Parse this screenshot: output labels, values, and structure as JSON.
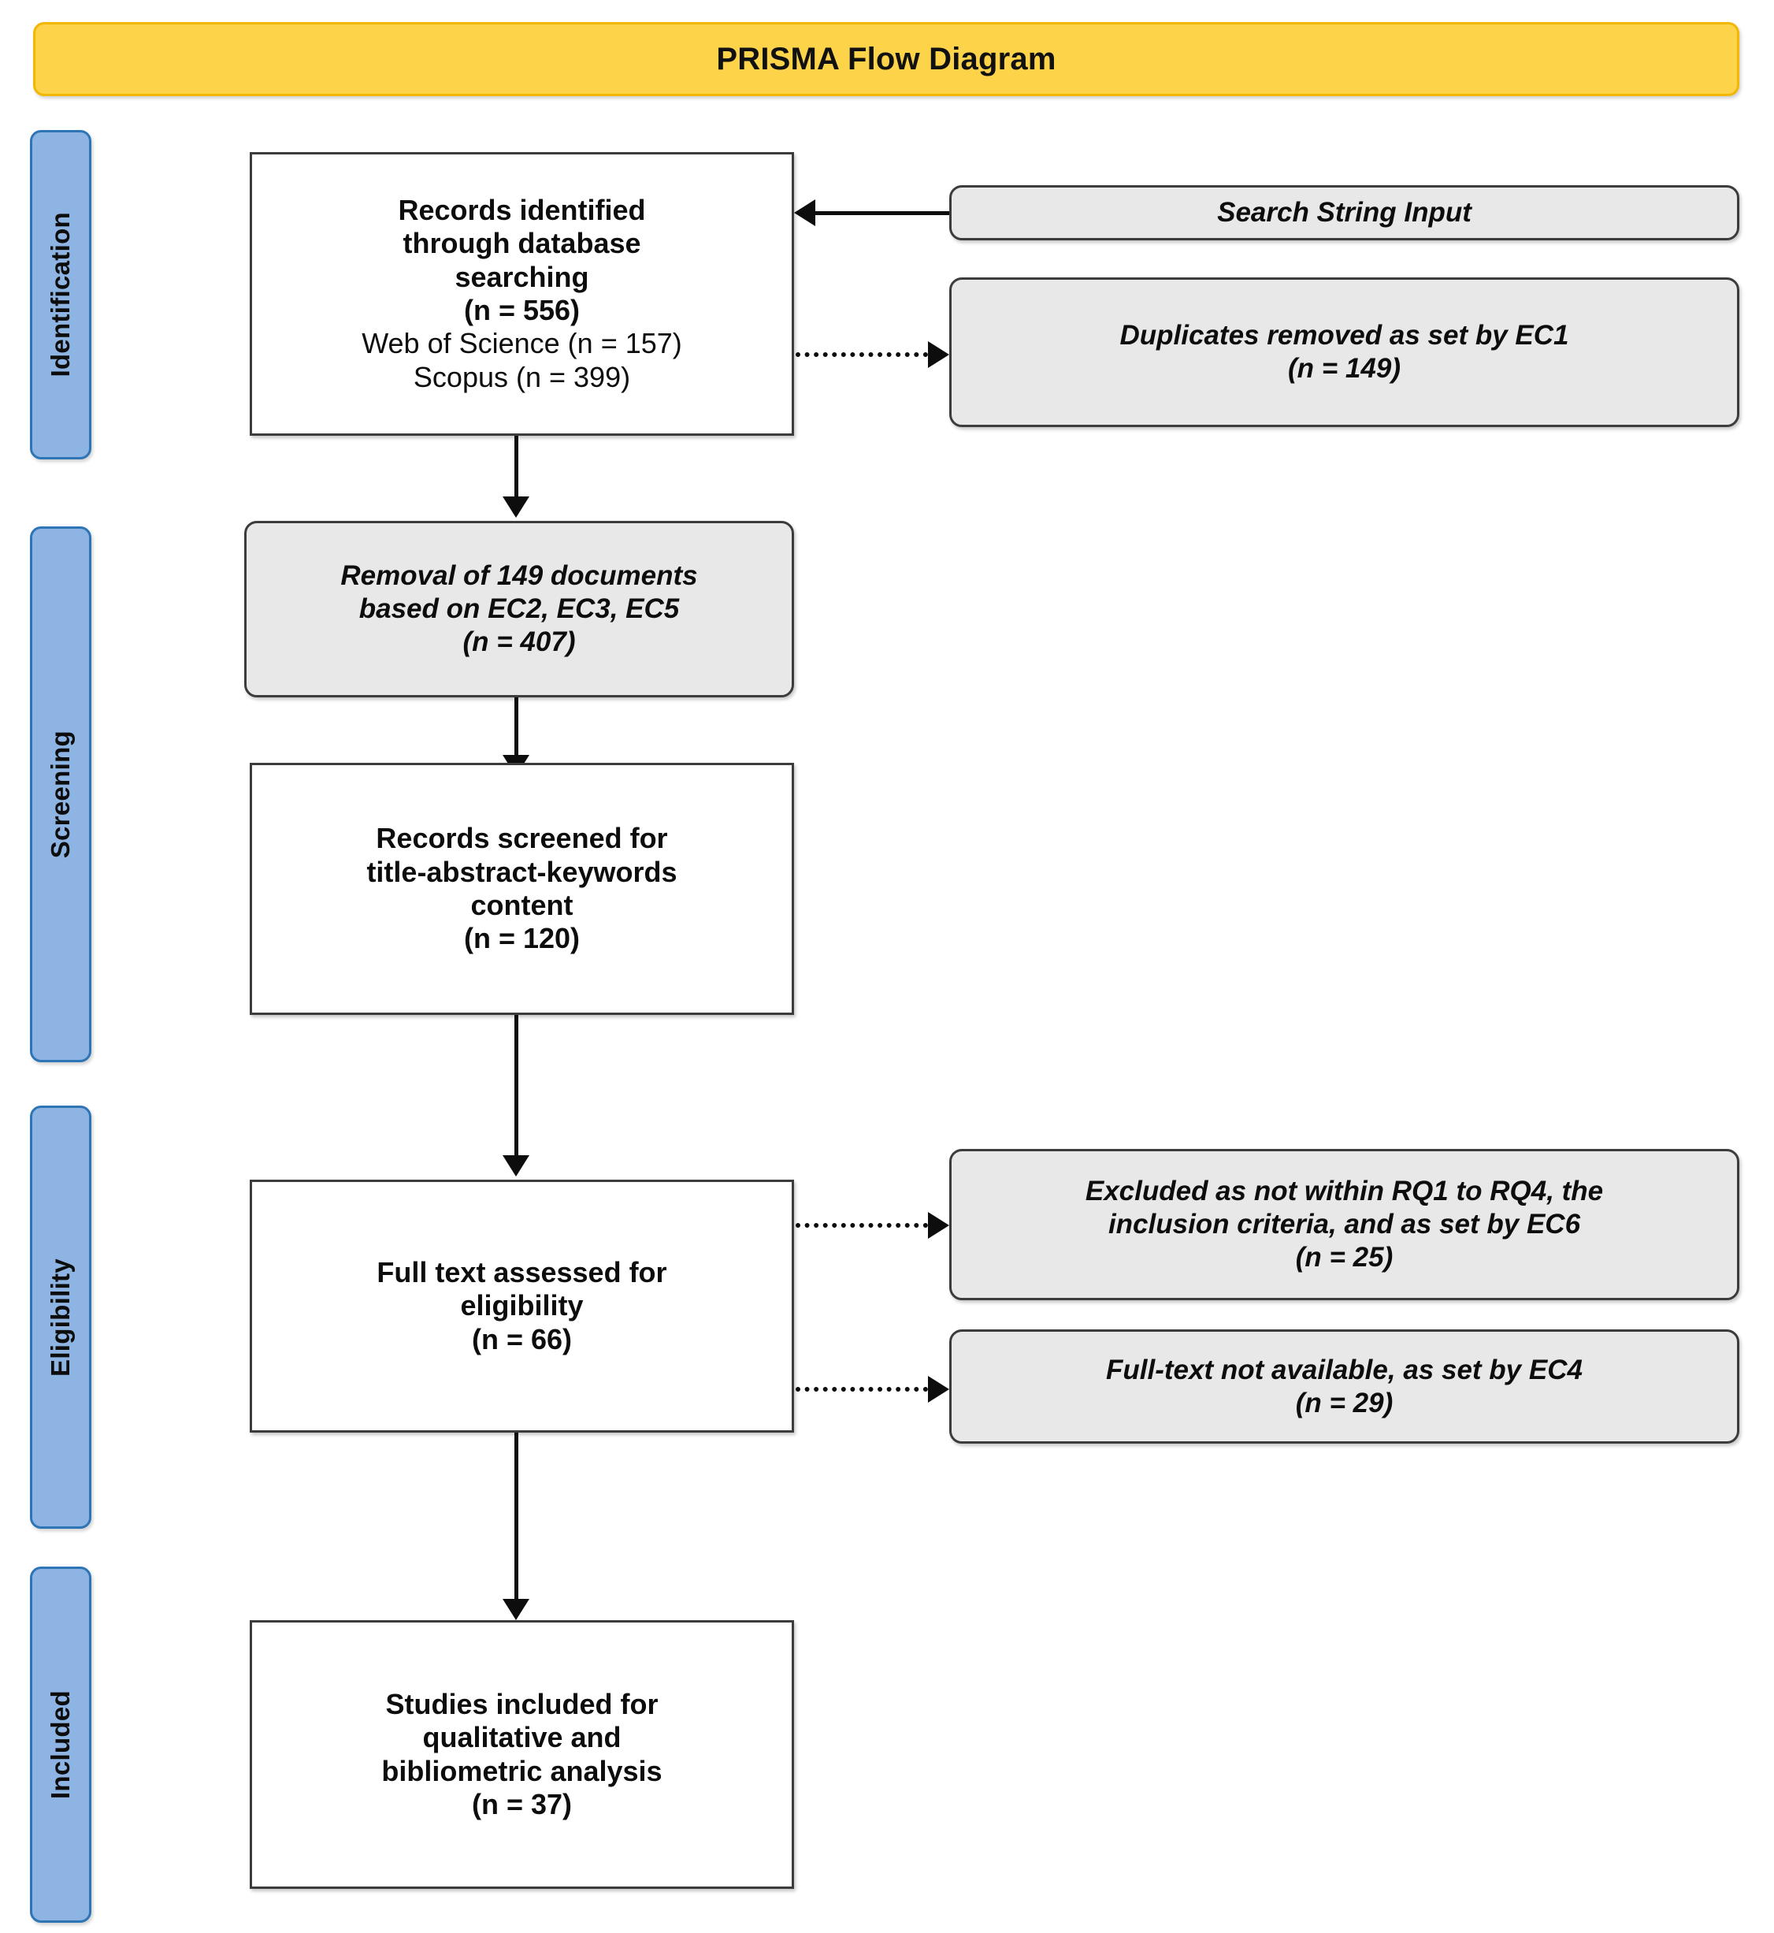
{
  "header": {
    "title": "PRISMA Flow Diagram",
    "bg_color": "#FCD349",
    "border_color": "#F2B705"
  },
  "stages": [
    {
      "label": "Identification"
    },
    {
      "label": "Screening"
    },
    {
      "label": "Eligibility"
    },
    {
      "label": "Included"
    }
  ],
  "stage_style": {
    "fill": "#8DB4E2",
    "border": "#2E75B6"
  },
  "note_style": {
    "fill": "#E8E8E8",
    "border": "#3c3c3c"
  },
  "process_style": {
    "fill": "#FFFFFF",
    "border": "#3c3c3c"
  },
  "boxes": {
    "identified": {
      "lines": [
        "Records identified",
        "through database",
        "searching",
        "(n = 556)"
      ],
      "sublines": [
        "Web of Science (n = 157)",
        "Scopus (n = 399)"
      ]
    },
    "search_string": {
      "lines": [
        "Search String Input"
      ]
    },
    "duplicates_removed": {
      "lines": [
        "Duplicates removed as set by EC1",
        "(n = 149)"
      ]
    },
    "removal_ec": {
      "lines": [
        "Removal of 149 documents",
        "based on EC2, EC3, EC5",
        "(n = 407)"
      ]
    },
    "records_screened": {
      "lines": [
        "Records screened for",
        "title-abstract-keywords",
        "content",
        "(n = 120)"
      ]
    },
    "full_text_assessed": {
      "lines": [
        "Full text assessed for",
        "eligibility",
        "(n = 66)"
      ]
    },
    "excluded_rq": {
      "lines": [
        "Excluded as not within RQ1 to RQ4, the",
        "inclusion criteria, and as set by EC6",
        "(n = 25)"
      ]
    },
    "fulltext_unavailable": {
      "lines": [
        "Full-text not available, as set by EC4",
        "(n = 29)"
      ]
    },
    "studies_included": {
      "lines": [
        "Studies included for",
        "qualitative and",
        "bibliometric analysis",
        "(n = 37)"
      ]
    }
  },
  "chart_data": {
    "type": "flow-diagram",
    "title": "PRISMA Flow Diagram",
    "stages": [
      "Identification",
      "Screening",
      "Eligibility",
      "Included"
    ],
    "nodes": [
      {
        "id": "identified",
        "stage": "Identification",
        "n": 556,
        "label": "Records identified through database searching",
        "breakdown": [
          {
            "source": "Web of Science",
            "n": 157
          },
          {
            "source": "Scopus",
            "n": 399
          }
        ]
      },
      {
        "id": "search_string",
        "stage": "Identification",
        "label": "Search String Input",
        "kind": "note"
      },
      {
        "id": "duplicates_removed",
        "stage": "Identification",
        "n": 149,
        "label": "Duplicates removed as set by EC1",
        "kind": "note"
      },
      {
        "id": "removal_ec",
        "stage": "Screening",
        "n": 407,
        "label": "Removal of 149 documents based on EC2, EC3, EC5",
        "kind": "note"
      },
      {
        "id": "records_screened",
        "stage": "Screening",
        "n": 120,
        "label": "Records screened for title-abstract-keywords content"
      },
      {
        "id": "full_text_assessed",
        "stage": "Eligibility",
        "n": 66,
        "label": "Full text assessed for eligibility"
      },
      {
        "id": "excluded_rq",
        "stage": "Eligibility",
        "n": 25,
        "label": "Excluded as not within RQ1 to RQ4, the inclusion criteria, and as set by EC6",
        "kind": "note"
      },
      {
        "id": "fulltext_unavailable",
        "stage": "Eligibility",
        "n": 29,
        "label": "Full-text not available, as set by EC4",
        "kind": "note"
      },
      {
        "id": "studies_included",
        "stage": "Included",
        "n": 37,
        "label": "Studies included for qualitative and bibliometric analysis"
      }
    ],
    "edges": [
      {
        "from": "search_string",
        "to": "identified",
        "style": "solid",
        "direction": "left"
      },
      {
        "from": "identified",
        "to": "duplicates_removed",
        "style": "dotted",
        "direction": "right"
      },
      {
        "from": "identified",
        "to": "removal_ec",
        "style": "solid",
        "direction": "down"
      },
      {
        "from": "removal_ec",
        "to": "records_screened",
        "style": "solid",
        "direction": "down"
      },
      {
        "from": "records_screened",
        "to": "full_text_assessed",
        "style": "solid",
        "direction": "down"
      },
      {
        "from": "full_text_assessed",
        "to": "excluded_rq",
        "style": "dotted",
        "direction": "right"
      },
      {
        "from": "full_text_assessed",
        "to": "fulltext_unavailable",
        "style": "dotted",
        "direction": "right"
      },
      {
        "from": "full_text_assessed",
        "to": "studies_included",
        "style": "solid",
        "direction": "down"
      }
    ]
  }
}
